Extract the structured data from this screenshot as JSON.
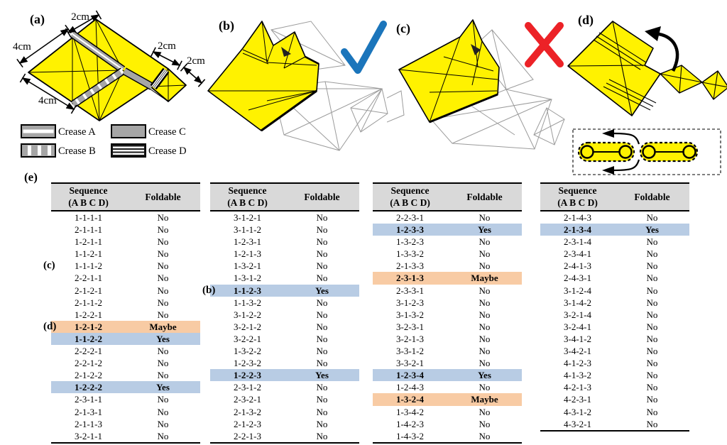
{
  "figure": {
    "panel_labels": {
      "a": "(a)",
      "b": "(b)",
      "c": "(c)",
      "d": "(d)",
      "e": "(e)"
    },
    "panel_a": {
      "dimensions": {
        "top": "2cm",
        "left": "4cm",
        "bottom": "4cm",
        "right": "2cm",
        "far_right": "2cm"
      },
      "legend": [
        {
          "label": "Crease A",
          "pattern": "gray band, white lengthwise stripe"
        },
        {
          "label": "Crease B",
          "pattern": "gray band, white crosswise dashes"
        },
        {
          "label": "Crease C",
          "pattern": "solid gray band"
        },
        {
          "label": "Crease D",
          "pattern": "dark band, white lengthwise stripes"
        }
      ]
    },
    "panel_b": {
      "mark": "checkmark",
      "meaning": "foldable sequence result"
    },
    "panel_c": {
      "mark": "cross",
      "meaning": "non-foldable sequence result"
    },
    "panel_d": {
      "mark": "curved-arrow",
      "meaning": "final fold with linkage schematic"
    }
  },
  "table_header": {
    "col1_line1": "Sequence",
    "col1_line2": "(A B C D)",
    "col2": "Foldable"
  },
  "tables": [
    {
      "rows": [
        {
          "seq": "1-1-1-1",
          "foldable": "No",
          "highlight": "",
          "marker": ""
        },
        {
          "seq": "2-1-1-1",
          "foldable": "No",
          "highlight": "",
          "marker": ""
        },
        {
          "seq": "1-2-1-1",
          "foldable": "No",
          "highlight": "",
          "marker": ""
        },
        {
          "seq": "1-1-2-1",
          "foldable": "No",
          "highlight": "",
          "marker": ""
        },
        {
          "seq": "1-1-1-2",
          "foldable": "No",
          "highlight": "",
          "marker": "(c)"
        },
        {
          "seq": "2-2-1-1",
          "foldable": "No",
          "highlight": "",
          "marker": ""
        },
        {
          "seq": "2-1-2-1",
          "foldable": "No",
          "highlight": "",
          "marker": ""
        },
        {
          "seq": "2-1-1-2",
          "foldable": "No",
          "highlight": "",
          "marker": ""
        },
        {
          "seq": "1-2-2-1",
          "foldable": "No",
          "highlight": "",
          "marker": ""
        },
        {
          "seq": "1-2-1-2",
          "foldable": "Maybe",
          "highlight": "maybe",
          "marker": "(d)"
        },
        {
          "seq": "1-1-2-2",
          "foldable": "Yes",
          "highlight": "yes",
          "marker": ""
        },
        {
          "seq": "2-2-2-1",
          "foldable": "No",
          "highlight": "",
          "marker": ""
        },
        {
          "seq": "2-2-1-2",
          "foldable": "No",
          "highlight": "",
          "marker": ""
        },
        {
          "seq": "2-1-2-2",
          "foldable": "No",
          "highlight": "",
          "marker": ""
        },
        {
          "seq": "1-2-2-2",
          "foldable": "Yes",
          "highlight": "yes",
          "marker": ""
        },
        {
          "seq": "2-3-1-1",
          "foldable": "No",
          "highlight": "",
          "marker": ""
        },
        {
          "seq": "2-1-3-1",
          "foldable": "No",
          "highlight": "",
          "marker": ""
        },
        {
          "seq": "2-1-1-3",
          "foldable": "No",
          "highlight": "",
          "marker": ""
        },
        {
          "seq": "3-2-1-1",
          "foldable": "No",
          "highlight": "",
          "marker": ""
        }
      ]
    },
    {
      "rows": [
        {
          "seq": "3-1-2-1",
          "foldable": "No",
          "highlight": "",
          "marker": ""
        },
        {
          "seq": "3-1-1-2",
          "foldable": "No",
          "highlight": "",
          "marker": ""
        },
        {
          "seq": "1-2-3-1",
          "foldable": "No",
          "highlight": "",
          "marker": ""
        },
        {
          "seq": "1-2-1-3",
          "foldable": "No",
          "highlight": "",
          "marker": ""
        },
        {
          "seq": "1-3-2-1",
          "foldable": "No",
          "highlight": "",
          "marker": ""
        },
        {
          "seq": "1-3-1-2",
          "foldable": "No",
          "highlight": "",
          "marker": ""
        },
        {
          "seq": "1-1-2-3",
          "foldable": "Yes",
          "highlight": "yes",
          "marker": "(b)"
        },
        {
          "seq": "1-1-3-2",
          "foldable": "No",
          "highlight": "",
          "marker": ""
        },
        {
          "seq": "3-1-2-2",
          "foldable": "No",
          "highlight": "",
          "marker": ""
        },
        {
          "seq": "3-2-1-2",
          "foldable": "No",
          "highlight": "",
          "marker": ""
        },
        {
          "seq": "3-2-2-1",
          "foldable": "No",
          "highlight": "",
          "marker": ""
        },
        {
          "seq": "1-3-2-2",
          "foldable": "No",
          "highlight": "",
          "marker": ""
        },
        {
          "seq": "1-2-3-2",
          "foldable": "No",
          "highlight": "",
          "marker": ""
        },
        {
          "seq": "1-2-2-3",
          "foldable": "Yes",
          "highlight": "yes",
          "marker": ""
        },
        {
          "seq": "2-3-1-2",
          "foldable": "No",
          "highlight": "",
          "marker": ""
        },
        {
          "seq": "2-3-2-1",
          "foldable": "No",
          "highlight": "",
          "marker": ""
        },
        {
          "seq": "2-1-3-2",
          "foldable": "No",
          "highlight": "",
          "marker": ""
        },
        {
          "seq": "2-1-2-3",
          "foldable": "No",
          "highlight": "",
          "marker": ""
        },
        {
          "seq": "2-2-1-3",
          "foldable": "No",
          "highlight": "",
          "marker": ""
        }
      ]
    },
    {
      "rows": [
        {
          "seq": "2-2-3-1",
          "foldable": "No",
          "highlight": "",
          "marker": ""
        },
        {
          "seq": "1-2-3-3",
          "foldable": "Yes",
          "highlight": "yes",
          "marker": ""
        },
        {
          "seq": "1-3-2-3",
          "foldable": "No",
          "highlight": "",
          "marker": ""
        },
        {
          "seq": "1-3-3-2",
          "foldable": "No",
          "highlight": "",
          "marker": ""
        },
        {
          "seq": "2-1-3-3",
          "foldable": "No",
          "highlight": "",
          "marker": ""
        },
        {
          "seq": "2-3-1-3",
          "foldable": "Maybe",
          "highlight": "maybe",
          "marker": ""
        },
        {
          "seq": "2-3-3-1",
          "foldable": "No",
          "highlight": "",
          "marker": ""
        },
        {
          "seq": "3-1-2-3",
          "foldable": "No",
          "highlight": "",
          "marker": ""
        },
        {
          "seq": "3-1-3-2",
          "foldable": "No",
          "highlight": "",
          "marker": ""
        },
        {
          "seq": "3-2-3-1",
          "foldable": "No",
          "highlight": "",
          "marker": ""
        },
        {
          "seq": "3-2-1-3",
          "foldable": "No",
          "highlight": "",
          "marker": ""
        },
        {
          "seq": "3-3-1-2",
          "foldable": "No",
          "highlight": "",
          "marker": ""
        },
        {
          "seq": "3-3-2-1",
          "foldable": "No",
          "highlight": "",
          "marker": ""
        },
        {
          "seq": "1-2-3-4",
          "foldable": "Yes",
          "highlight": "yes",
          "marker": ""
        },
        {
          "seq": "1-2-4-3",
          "foldable": "No",
          "highlight": "",
          "marker": ""
        },
        {
          "seq": "1-3-2-4",
          "foldable": "Maybe",
          "highlight": "maybe",
          "marker": ""
        },
        {
          "seq": "1-3-4-2",
          "foldable": "No",
          "highlight": "",
          "marker": ""
        },
        {
          "seq": "1-4-2-3",
          "foldable": "No",
          "highlight": "",
          "marker": ""
        },
        {
          "seq": "1-4-3-2",
          "foldable": "No",
          "highlight": "",
          "marker": ""
        }
      ]
    },
    {
      "rows": [
        {
          "seq": "2-1-4-3",
          "foldable": "No",
          "highlight": "",
          "marker": ""
        },
        {
          "seq": "2-1-3-4",
          "foldable": "Yes",
          "highlight": "yes",
          "marker": ""
        },
        {
          "seq": "2-3-1-4",
          "foldable": "No",
          "highlight": "",
          "marker": ""
        },
        {
          "seq": "2-3-4-1",
          "foldable": "No",
          "highlight": "",
          "marker": ""
        },
        {
          "seq": "2-4-1-3",
          "foldable": "No",
          "highlight": "",
          "marker": ""
        },
        {
          "seq": "2-4-3-1",
          "foldable": "No",
          "highlight": "",
          "marker": ""
        },
        {
          "seq": "3-1-2-4",
          "foldable": "No",
          "highlight": "",
          "marker": ""
        },
        {
          "seq": "3-1-4-2",
          "foldable": "No",
          "highlight": "",
          "marker": ""
        },
        {
          "seq": "3-2-1-4",
          "foldable": "No",
          "highlight": "",
          "marker": ""
        },
        {
          "seq": "3-2-4-1",
          "foldable": "No",
          "highlight": "",
          "marker": ""
        },
        {
          "seq": "3-4-1-2",
          "foldable": "No",
          "highlight": "",
          "marker": ""
        },
        {
          "seq": "3-4-2-1",
          "foldable": "No",
          "highlight": "",
          "marker": ""
        },
        {
          "seq": "4-1-2-3",
          "foldable": "No",
          "highlight": "",
          "marker": ""
        },
        {
          "seq": "4-1-3-2",
          "foldable": "No",
          "highlight": "",
          "marker": ""
        },
        {
          "seq": "4-2-1-3",
          "foldable": "No",
          "highlight": "",
          "marker": ""
        },
        {
          "seq": "4-2-3-1",
          "foldable": "No",
          "highlight": "",
          "marker": ""
        },
        {
          "seq": "4-3-1-2",
          "foldable": "No",
          "highlight": "",
          "marker": ""
        },
        {
          "seq": "4-3-2-1",
          "foldable": "No",
          "highlight": "",
          "marker": ""
        }
      ]
    }
  ],
  "colors": {
    "paper_yellow": "#FFF200",
    "crease_gray": "#A6A6A6",
    "table_header_gray": "#D9D9D9",
    "foldable_yes_blue": "#B8CCE4",
    "foldable_maybe_orange": "#F8CBA4",
    "checkmark_blue": "#1B75BB",
    "cross_red": "#EC2227"
  }
}
